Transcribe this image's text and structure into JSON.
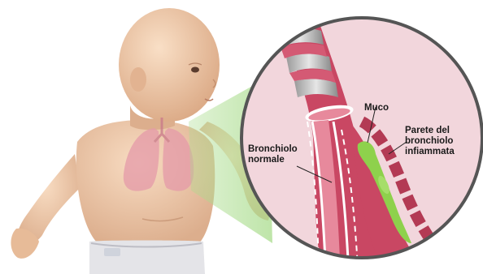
{
  "labels": {
    "muco": "Muco",
    "parete": [
      "Parete del",
      "bronchiolo",
      "infiammata"
    ],
    "normale": [
      "Bronchiolo",
      "normale"
    ]
  },
  "colors": {
    "skin": "#efcaa9",
    "lung": "#e59aa9",
    "airway_outer": "#c94763",
    "airway_inner": "#e7899c",
    "mucus": "#8ed14c",
    "circle_bg": "#f2d6dc",
    "circle_border": "#555555",
    "beam": "#a9dc8c"
  }
}
